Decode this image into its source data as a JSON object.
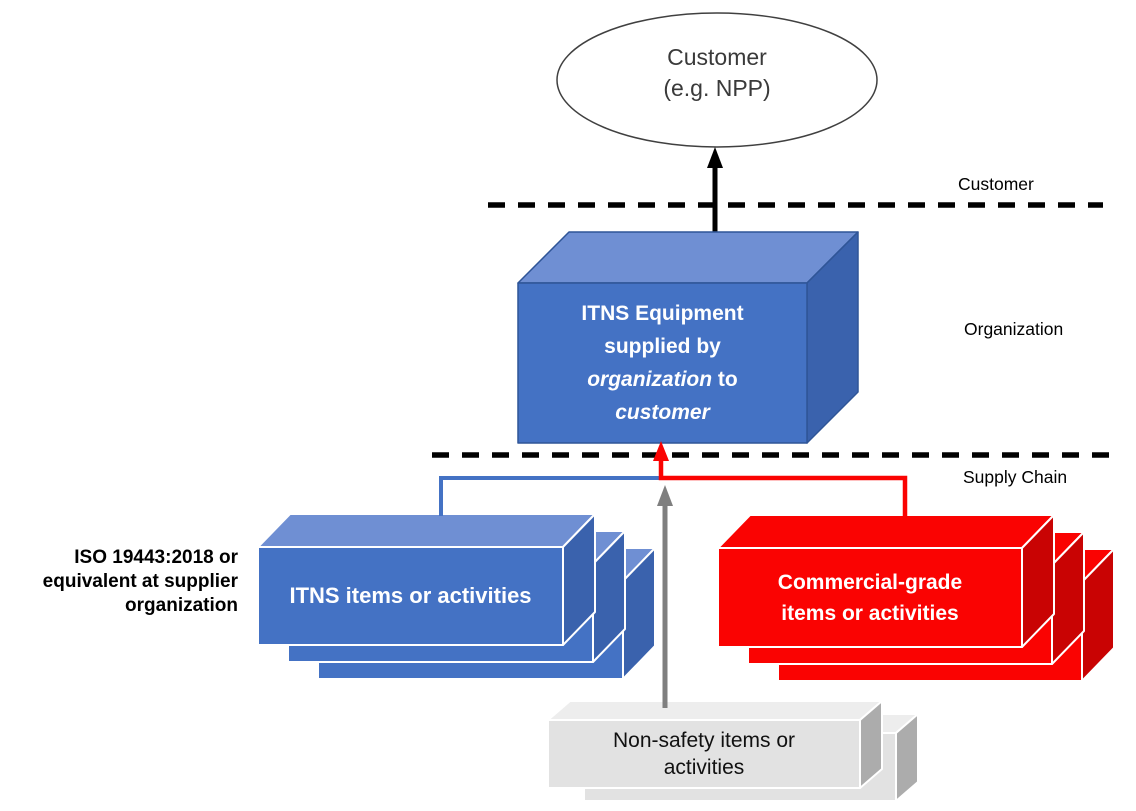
{
  "diagram": {
    "customer_ellipse": {
      "line1": "Customer",
      "line2": "(e.g. NPP)"
    },
    "zone_labels": {
      "customer": "Customer",
      "organization": "Organization",
      "supply_chain": "Supply Chain"
    },
    "main_box": {
      "line1": "ITNS Equipment",
      "line2": "supplied by",
      "line3_italic": "organization",
      "line3_rest": "to",
      "line4_italic": "customer"
    },
    "itns_stack": {
      "label": "ITNS items or activities"
    },
    "commercial_stack": {
      "line1": "Commercial-grade",
      "line2": "items or activities"
    },
    "non_safety_stack": {
      "line1": "Non-safety items or",
      "line2": "activities"
    },
    "iso_note": {
      "line1": "ISO 19443:2018 or",
      "line2": "equivalent at supplier",
      "line3": "organization"
    },
    "colors": {
      "blue_front": "#4472C4",
      "blue_top": "#6F8FD3",
      "blue_side": "#3A62AD",
      "red_front": "#FA0302",
      "red_side": "#C90303",
      "gray_front": "#E2E2E2",
      "gray_top": "#EDEDED",
      "gray_side": "#ACACAC",
      "arrow_black": "#000000",
      "arrow_gray": "#7F7F7F",
      "dash_black": "#000000"
    }
  }
}
